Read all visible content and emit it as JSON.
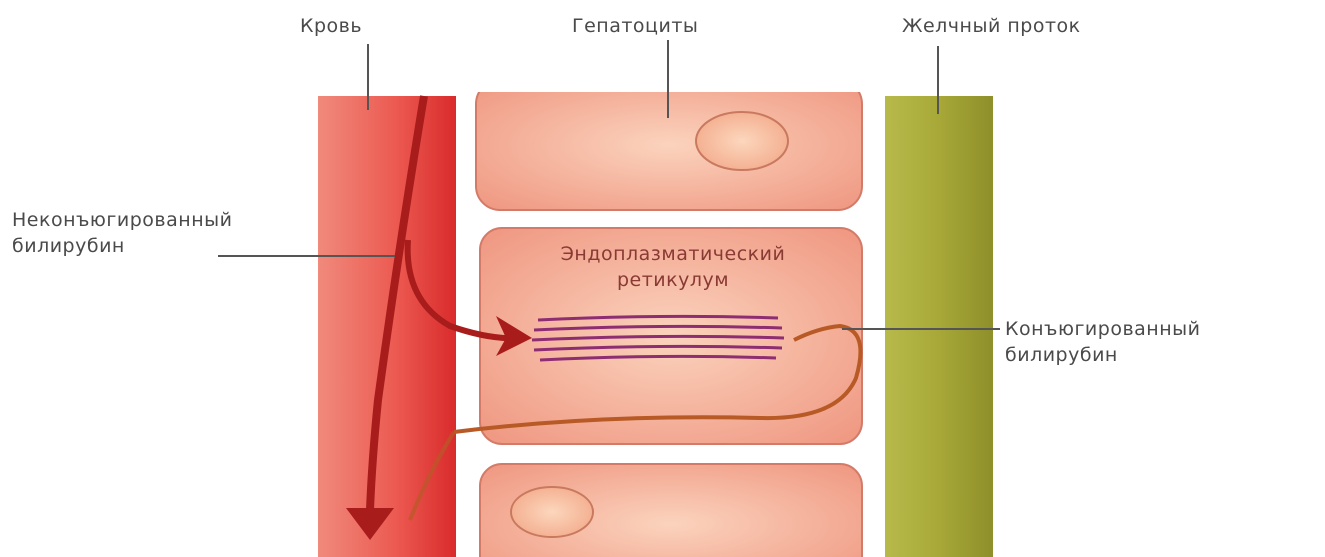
{
  "labels": {
    "blood": "Кровь",
    "hepatocytes": "Гепатоциты",
    "bile_duct": "Желчный проток",
    "unconjugated_line1": "Неконъюгированный",
    "unconjugated_line2": "билирубин",
    "er_line1": "Эндоплазматический",
    "er_line2": "ретикулум",
    "conjugated_line1": "Конъюгированный",
    "conjugated_line2": "билирубин"
  },
  "colors": {
    "blood_vessel": "#e9574f",
    "hepatocyte_cell": "#f4a58c",
    "bile_duct": "#a5a63a",
    "arrow": "#a81c1c",
    "er_membrane": "#8e2e72",
    "conjugated_path": "#b85a26",
    "leader_line": "#555555"
  }
}
